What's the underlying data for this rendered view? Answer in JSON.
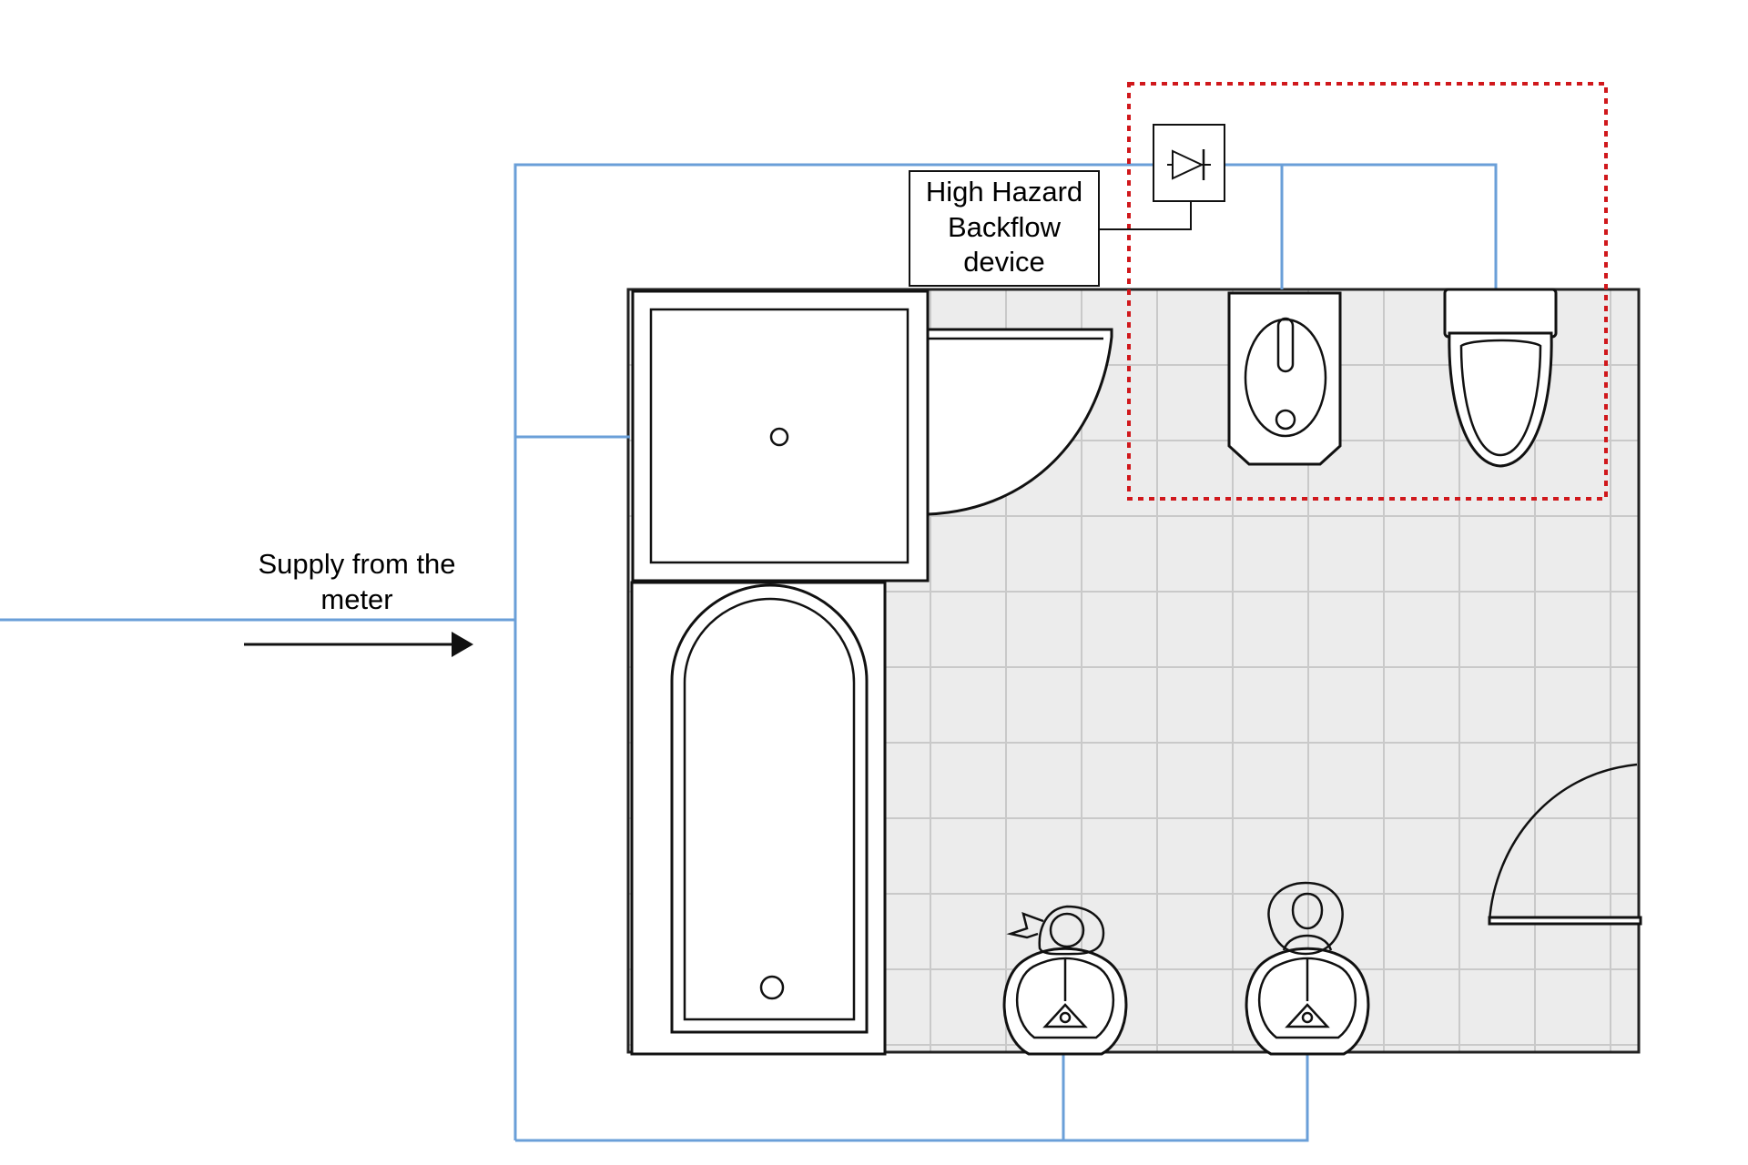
{
  "colors": {
    "pipe": "#6a9fd8",
    "hazard_zone": "#d0181c",
    "floor": "#ececec",
    "outline": "#111111"
  },
  "labels": {
    "supply_line1": "Supply from the",
    "supply_line2": "meter",
    "device_line1": "High Hazard",
    "device_line2": "Backflow",
    "device_line3": "device"
  },
  "icons": {
    "backflow": "backflow-device-icon",
    "arrow": "flow-direction-arrow-icon"
  }
}
